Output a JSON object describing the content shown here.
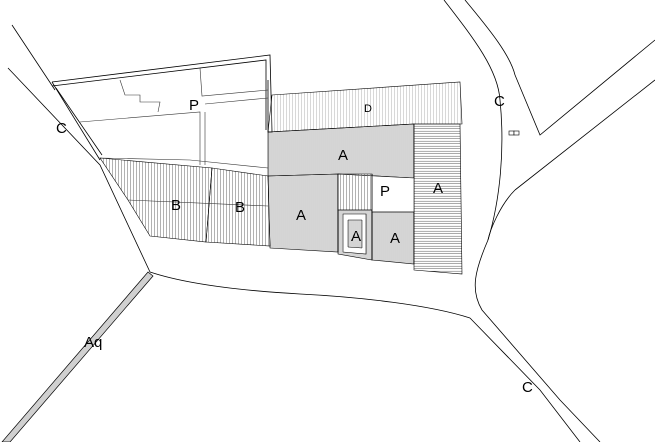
{
  "map": {
    "labels": {
      "road_north_west": "C",
      "road_north_east": "C",
      "road_south_east": "C",
      "aqueduct": "Aq",
      "plot_p_north": "P",
      "plot_d": "D",
      "plot_a_upper": "A",
      "plot_a_east": "A",
      "plot_p_center": "P",
      "plot_a_center": "A",
      "plot_a_inner": "A",
      "plot_a_small": "A",
      "plot_b_west": "B",
      "plot_b_middle": "B"
    },
    "hatch_types": {
      "A": "dense-vertical",
      "B": "vertical",
      "D": "sparse-vertical",
      "east_strip": "horizontal",
      "P": "blank"
    },
    "colors": {
      "stroke": "#000000",
      "hatch": "#555555",
      "aqueduct_fill": "#d0d0d0",
      "background": "#ffffff"
    }
  }
}
